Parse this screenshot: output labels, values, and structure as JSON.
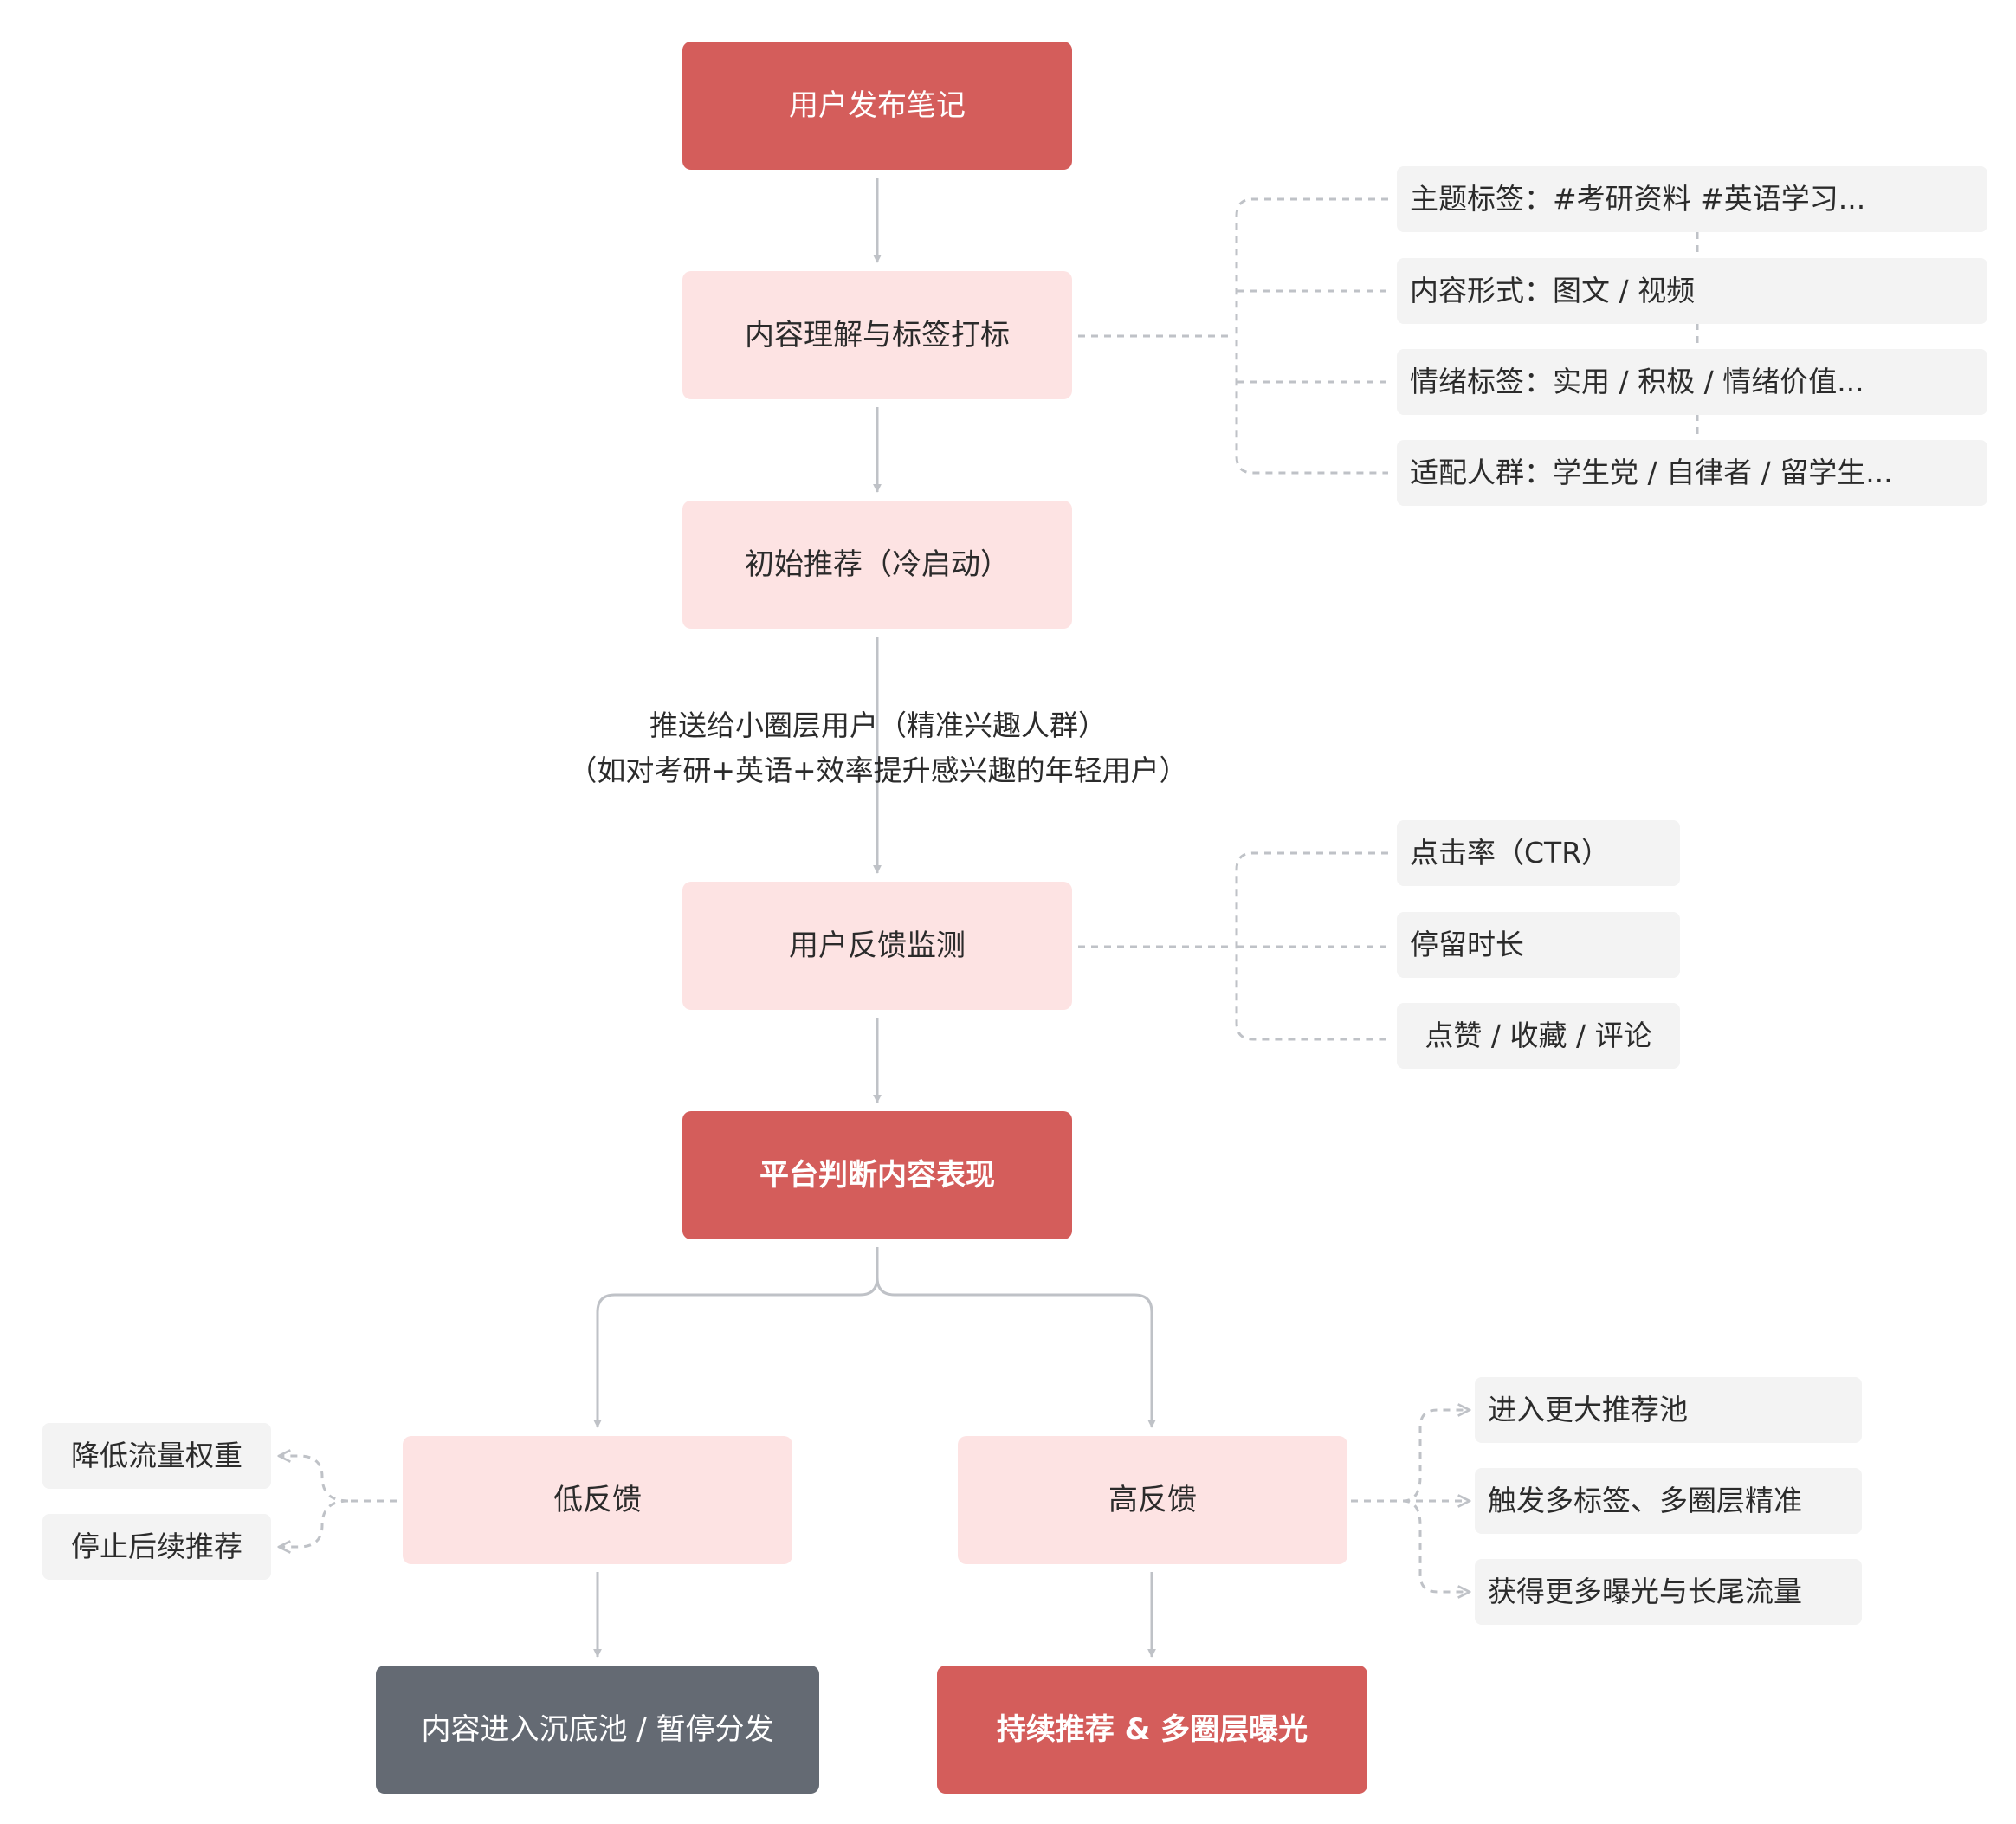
{
  "colors": {
    "primary_red": "#d45d5b",
    "light_pink": "#fde3e3",
    "slate_gray": "#646a73",
    "tag_bg": "#f3f3f3",
    "connector": "#bfc2c7"
  },
  "flow": {
    "publish": "用户发布笔记",
    "understand": "内容理解与标签打标",
    "cold_start": "初始推荐（冷启动）",
    "push_label_line1": "推送给小圈层用户（精准兴趣人群）",
    "push_label_line2": "（如对考研+英语+效率提升感兴趣的年轻用户）",
    "feedback_monitor": "用户反馈监测",
    "judge": "平台判断内容表现",
    "low_feedback": "低反馈",
    "high_feedback": "高反馈",
    "low_outcome": "内容进入沉底池 / 暂停分发",
    "high_outcome": "持续推荐 & 多圈层曝光"
  },
  "content_tags": [
    "主题标签：#考研资料 #英语学习...",
    "内容形式：图文 / 视频",
    "情绪标签：实用 / 积极 / 情绪价值...",
    "适配人群：学生党 / 自律者 / 留学生..."
  ],
  "feedback_metrics": [
    "点击率（CTR）",
    "停留时长",
    "点赞 / 收藏 / 评论"
  ],
  "low_actions": [
    "降低流量权重",
    "停止后续推荐"
  ],
  "high_actions": [
    "进入更大推荐池",
    "触发多标签、多圈层精准",
    "获得更多曝光与长尾流量"
  ]
}
